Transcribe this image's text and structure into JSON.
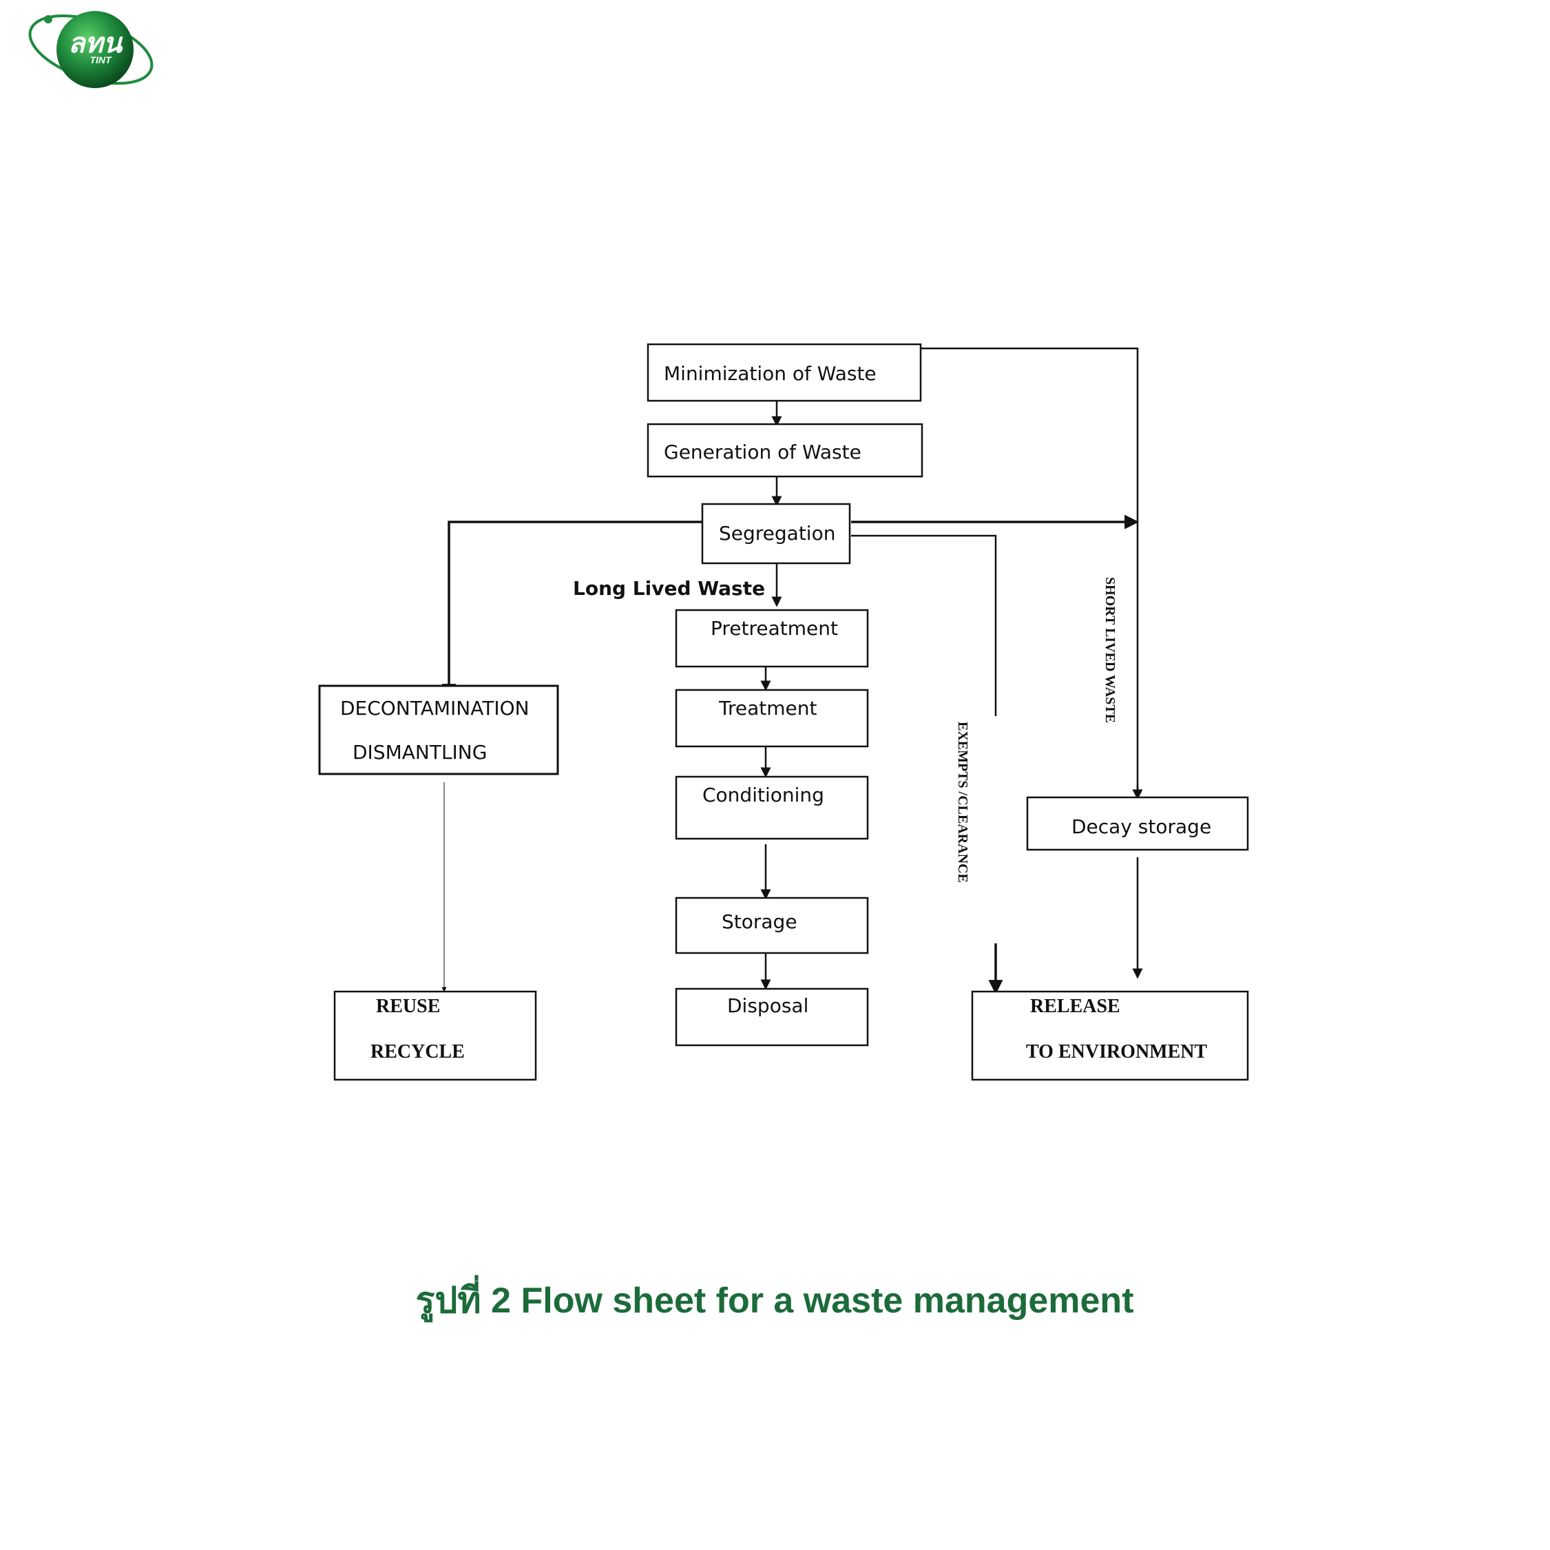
{
  "logo": {
    "main_text": "ลทน",
    "sub_text": "TINT",
    "colors": {
      "sphere": "#1e8a3c",
      "ring": "#1e8a3c"
    }
  },
  "diagram": {
    "nodes": {
      "minimization": "Minimization of Waste",
      "generation": "Generation of Waste",
      "segregation": "Segregation",
      "pretreatment": "Pretreatment",
      "treatment": "Treatment",
      "conditioning": "Conditioning",
      "storage": "Storage",
      "disposal": "Disposal",
      "decontamination_line1": "DECONTAMINATION",
      "decontamination_line2": "DISMANTLING",
      "decay_storage": "Decay storage",
      "reuse_line1": "REUSE",
      "reuse_line2": "RECYCLE",
      "release_line1": "RELEASE",
      "release_line2": "TO ENVIRONMENT"
    },
    "labels": {
      "long_lived": "Long Lived Waste",
      "short_lived": "SHORT LIVED WASTE",
      "exempts": "EXEMPTS /CLEARANCE"
    }
  },
  "caption": "รูปที่ 2 Flow sheet for a waste management",
  "colors": {
    "caption": "#1c6b3a",
    "lines": "#111111"
  }
}
